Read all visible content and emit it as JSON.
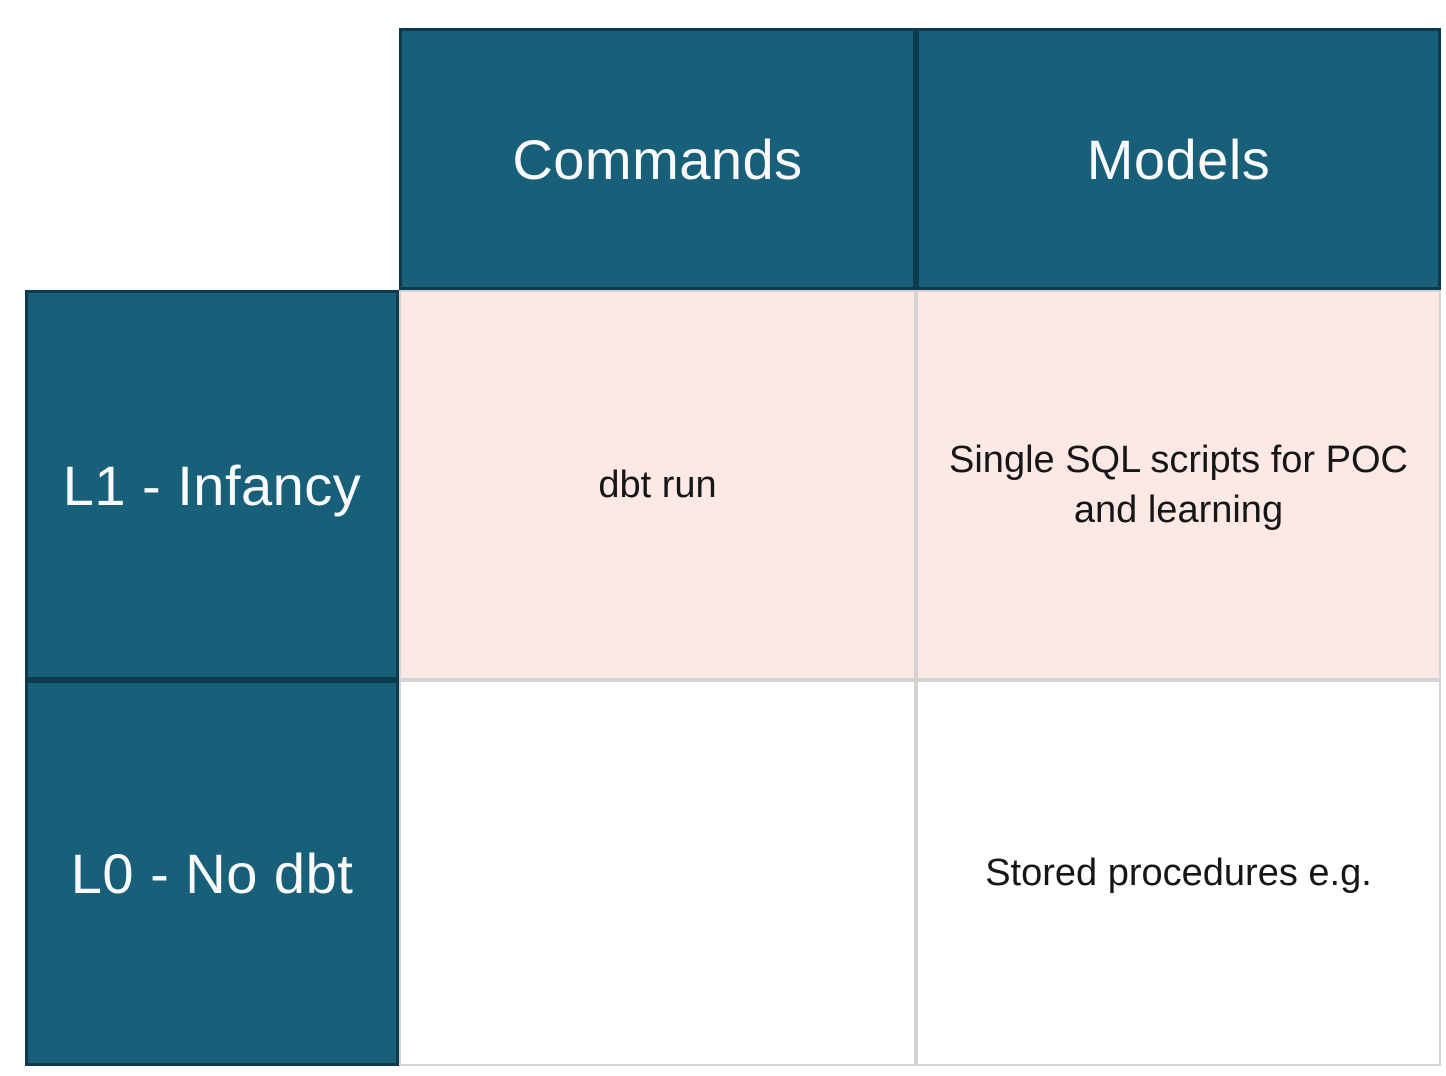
{
  "table": {
    "title_hint": "dbt maturity matrix",
    "columns": [
      {
        "label": "Commands"
      },
      {
        "label": "Models"
      }
    ],
    "rows": [
      {
        "label": "L1 - Infancy",
        "cells": {
          "commands": "dbt run",
          "models": "Single SQL scripts for POC\nand learning"
        },
        "highlighted": true
      },
      {
        "label": "L0 - No dbt",
        "cells": {
          "commands": "",
          "models": "Stored procedures e.g."
        },
        "highlighted": false
      }
    ],
    "colors": {
      "header_bg": "#185f7a",
      "header_border": "#0d3b4d",
      "header_text": "#fafafa",
      "highlight_bg": "#fce9e6",
      "cell_border": "#d3d3d3",
      "cell_text": "#161616"
    }
  }
}
